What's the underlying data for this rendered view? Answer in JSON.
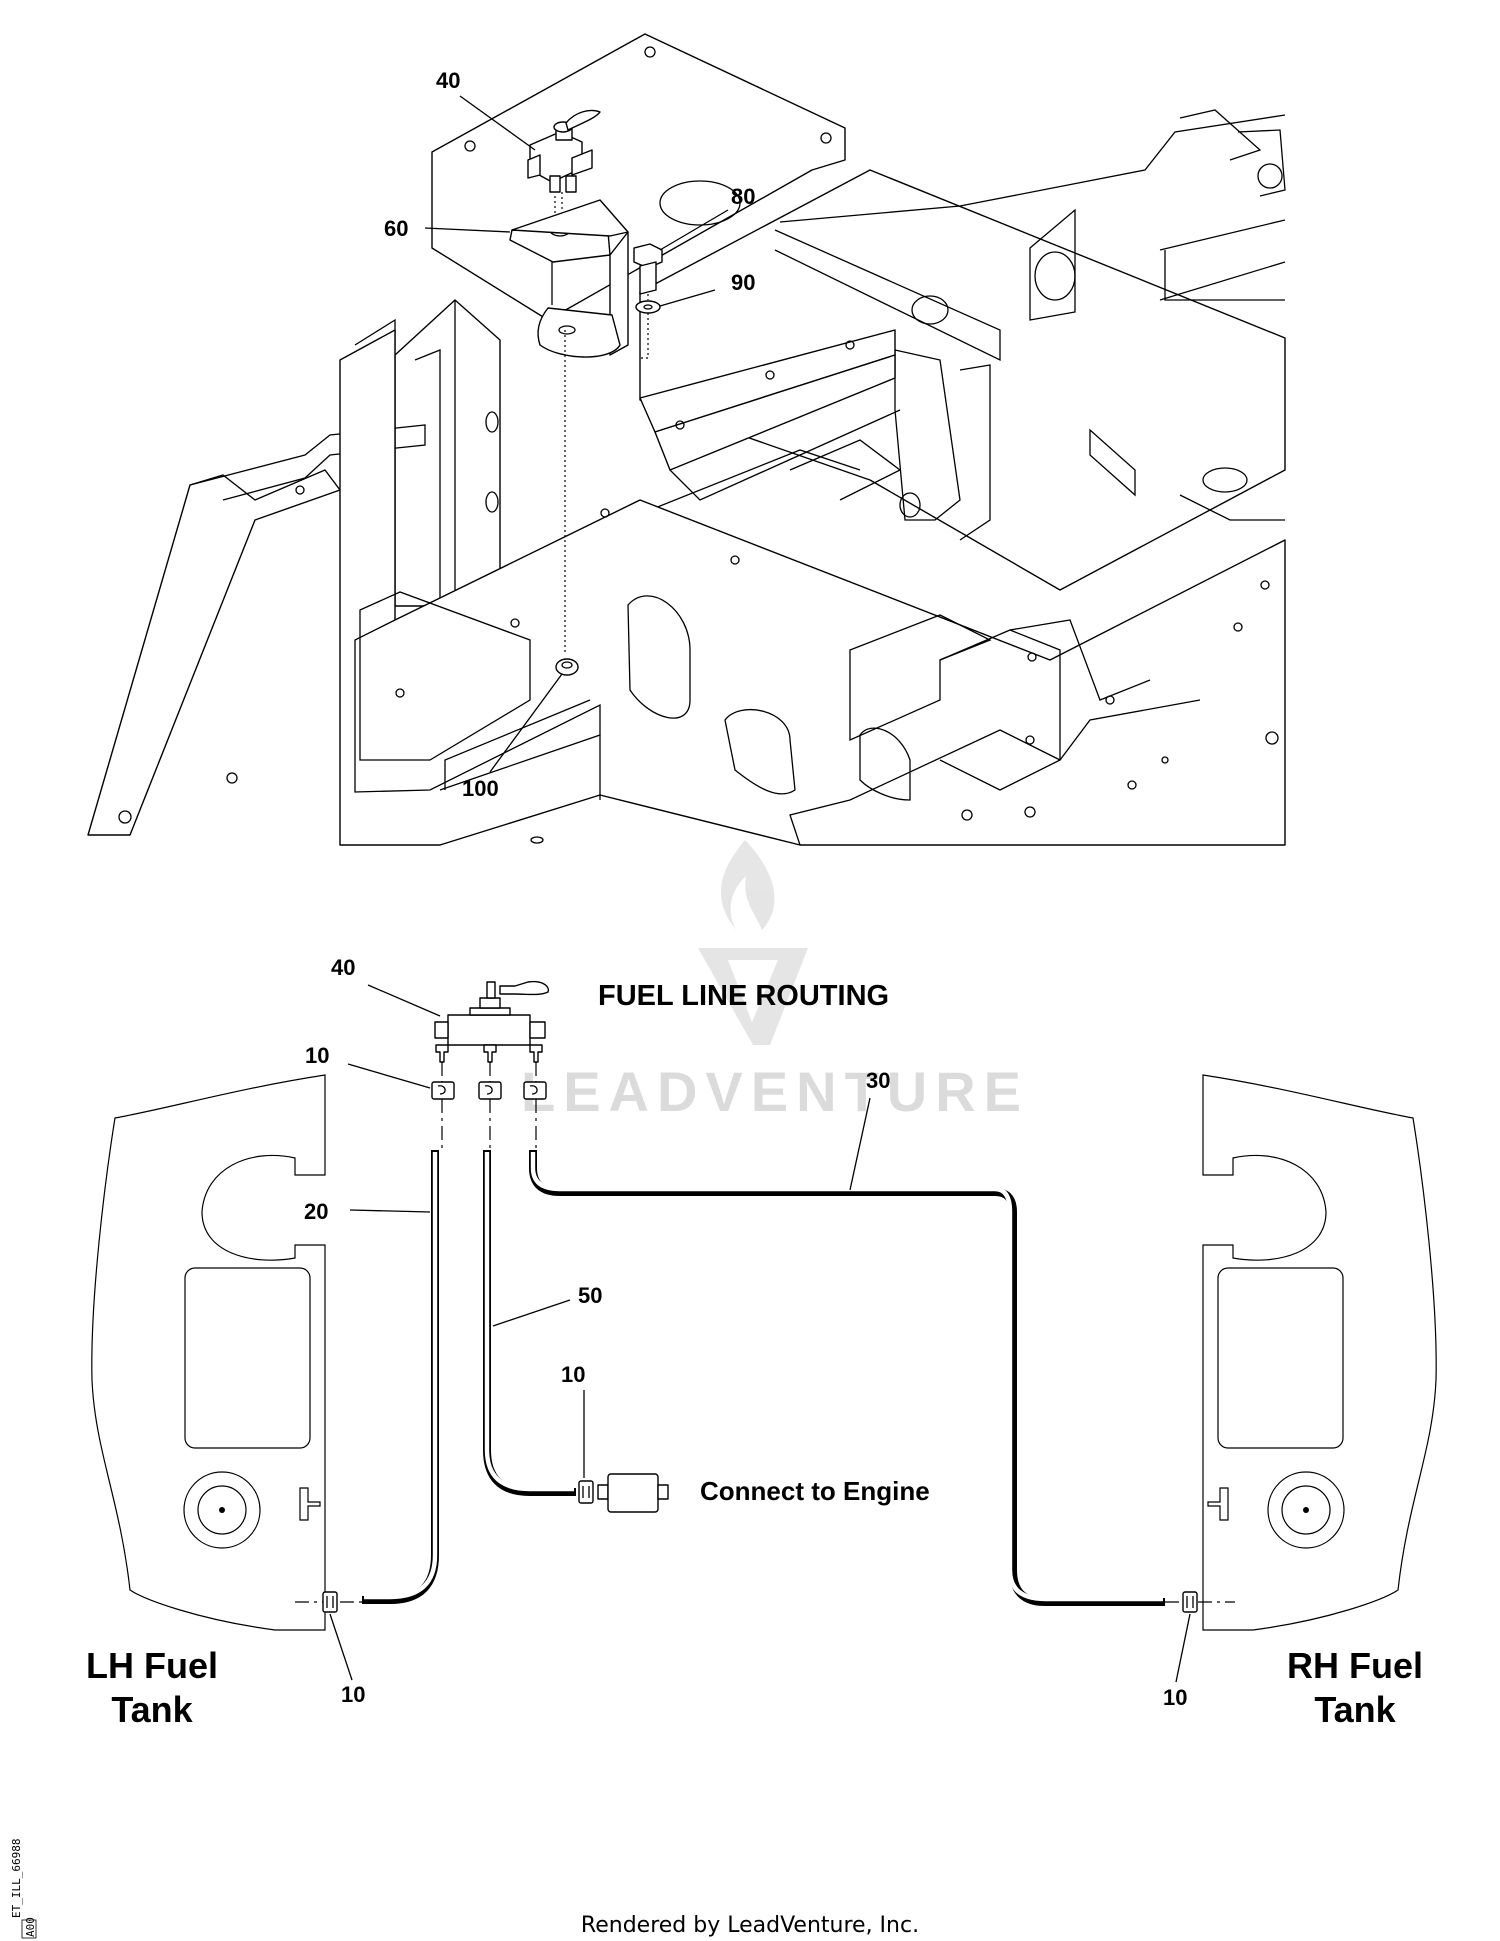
{
  "diagram": {
    "heading": "FUEL LINE ROUTING",
    "callouts": {
      "valve_top": "40",
      "bracket": "60",
      "bolt": "80",
      "washer": "90",
      "nut": "100",
      "valve_routing": "40",
      "clamps_top": "10",
      "hose_lh": "20",
      "hose_rh": "30",
      "hose_engine": "50",
      "clamp_engine": "10",
      "clamp_lh": "10",
      "clamp_rh": "10"
    },
    "labels": {
      "engine": "Connect to Engine",
      "lh_tank_line1": "LH Fuel",
      "lh_tank_line2": "Tank",
      "rh_tank_line1": "RH Fuel",
      "rh_tank_line2": "Tank"
    },
    "watermark": "LEADVENTURE",
    "side_code": "ET_ILL_66988",
    "revision": "A00",
    "footer": "Rendered by LeadVenture, Inc."
  }
}
